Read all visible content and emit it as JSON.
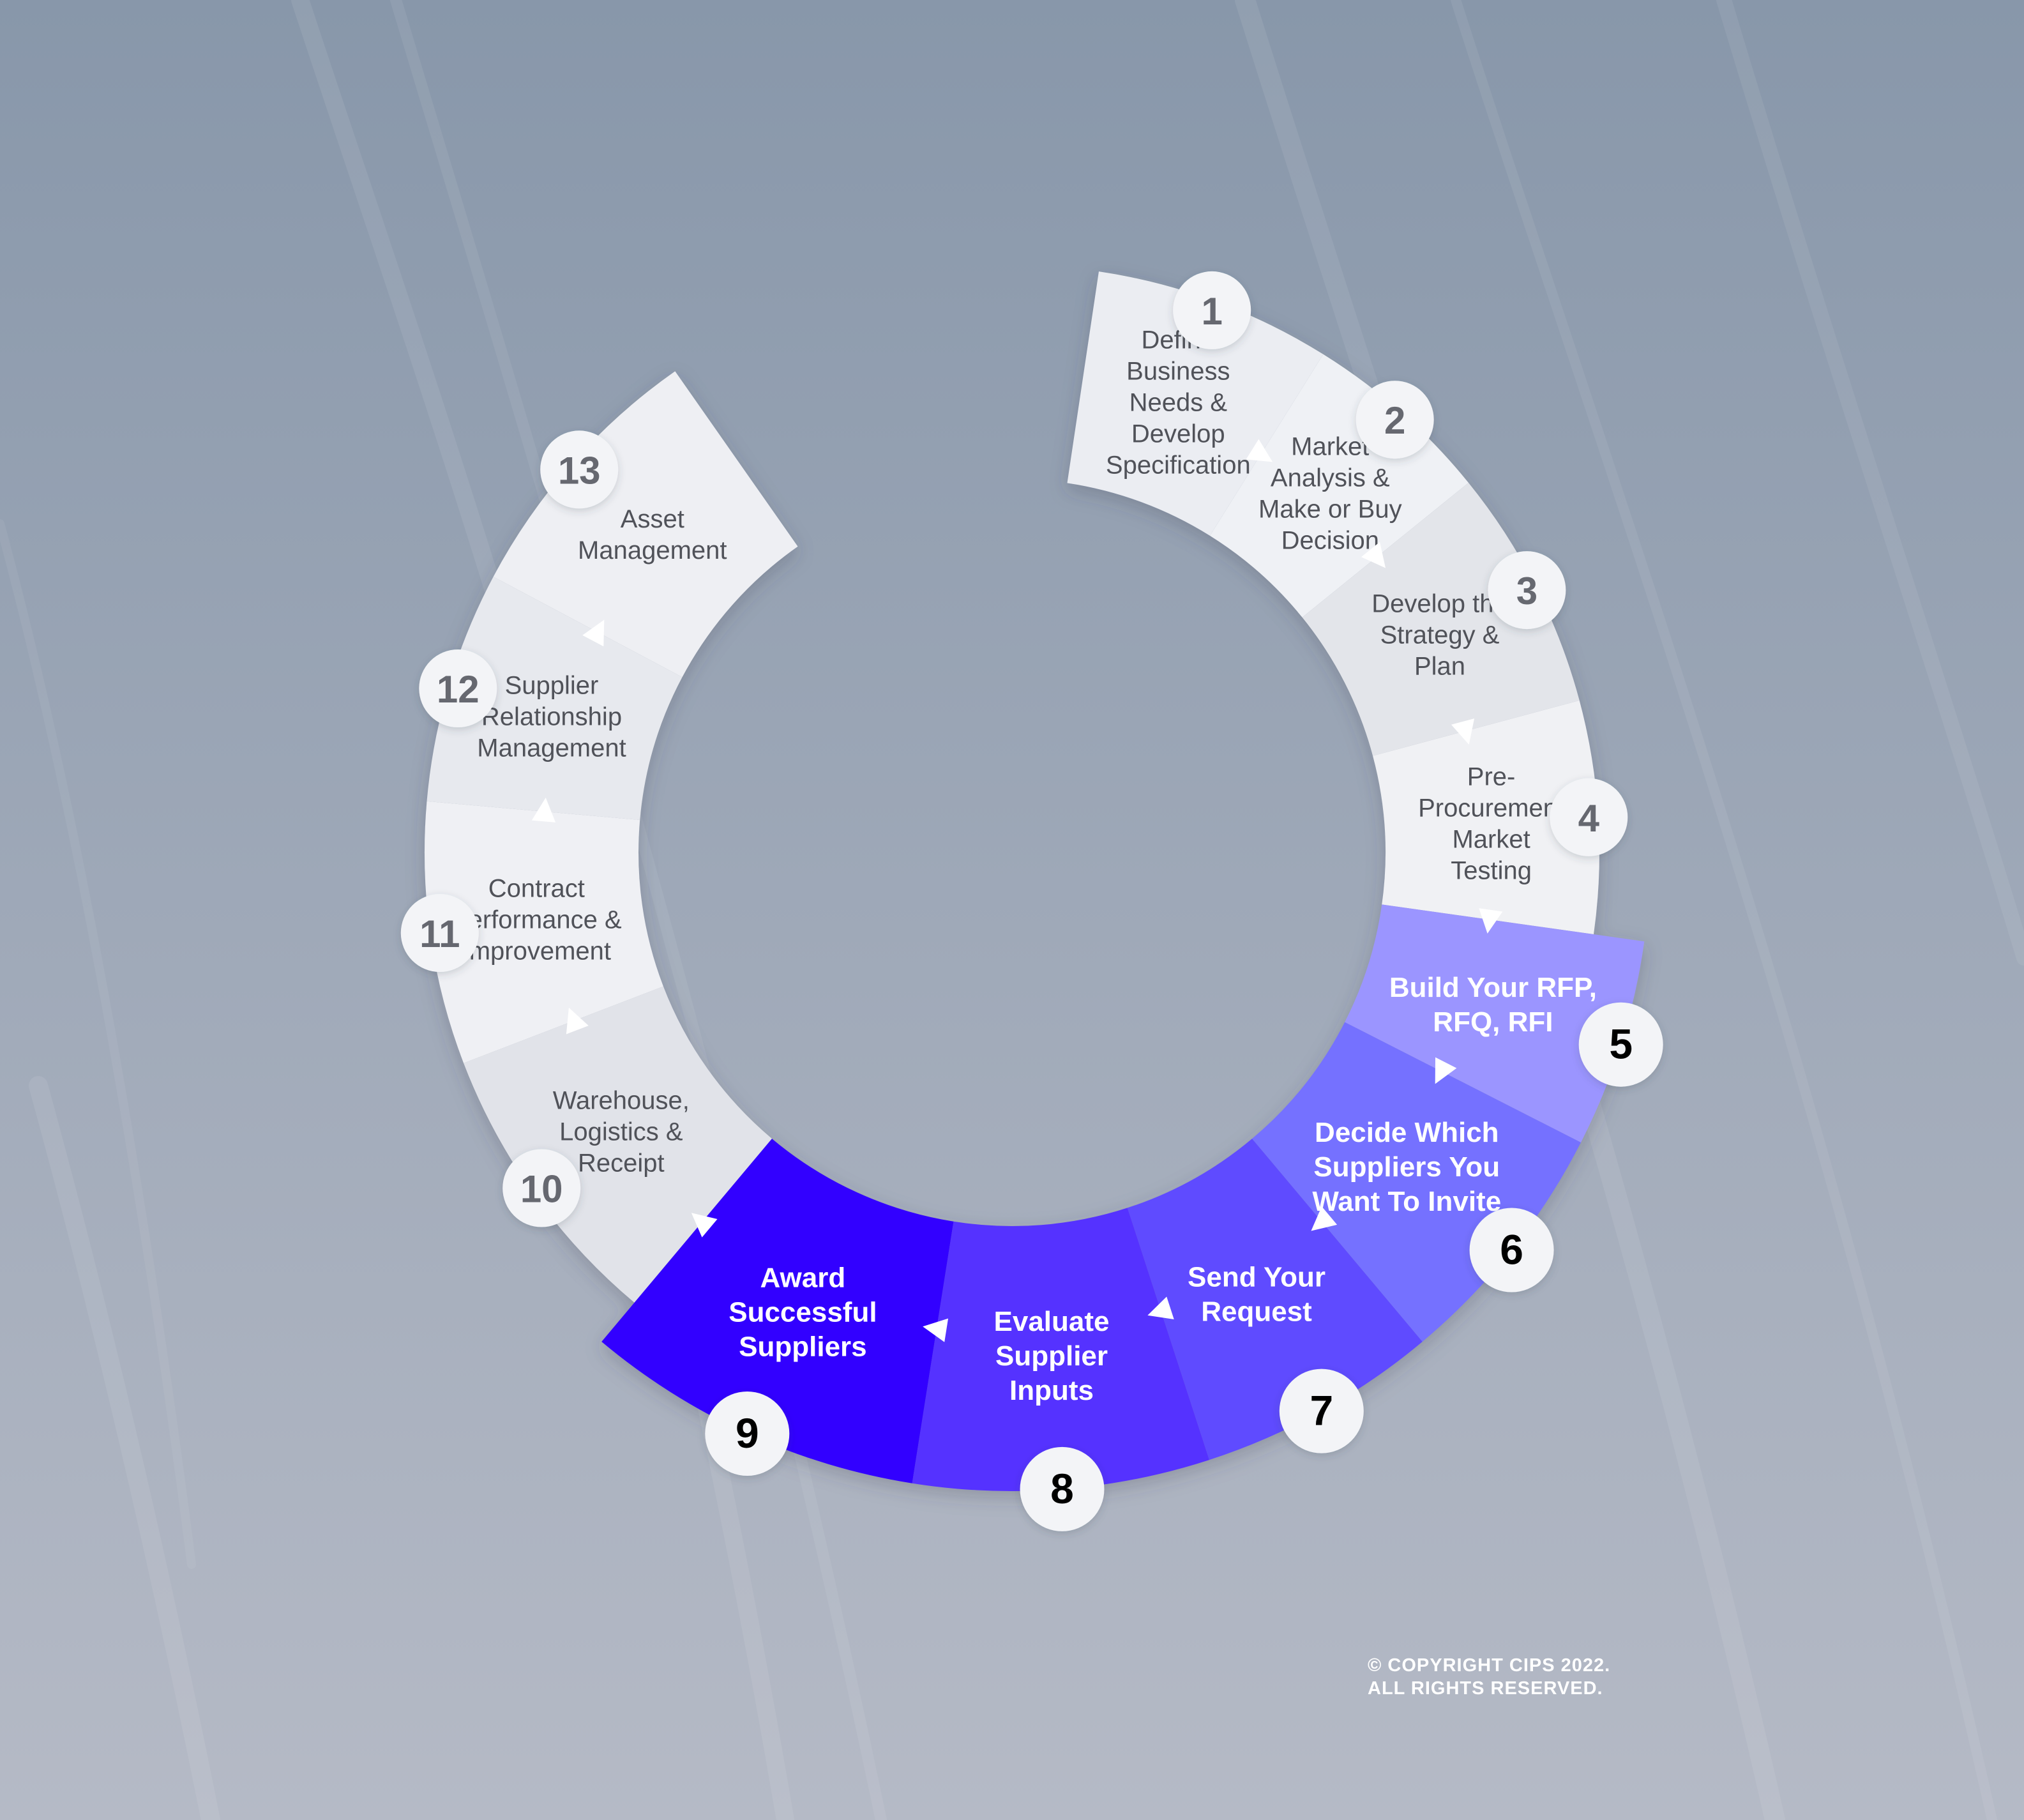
{
  "steps": [
    {
      "number": "1",
      "lines": [
        "Define",
        "Business",
        "Needs &",
        "Develop",
        "Specification"
      ],
      "highlight": false,
      "fill": "#ebedf2"
    },
    {
      "number": "2",
      "lines": [
        "Market",
        "Analysis &",
        "Make or Buy",
        "Decision"
      ],
      "highlight": false,
      "fill": "#eff1f5"
    },
    {
      "number": "3",
      "lines": [
        "Develop the",
        "Strategy &",
        "Plan"
      ],
      "highlight": false,
      "fill": "#e3e5ea"
    },
    {
      "number": "4",
      "lines": [
        "Pre-",
        "Procurement",
        "Market",
        "Testing"
      ],
      "highlight": false,
      "fill": "#f0f1f4"
    },
    {
      "number": "5",
      "lines": [
        "Build Your RFP,",
        "RFQ, RFI"
      ],
      "highlight": true,
      "fill": "#9b95ff"
    },
    {
      "number": "6",
      "lines": [
        "Decide Which",
        "Suppliers You",
        "Want To Invite"
      ],
      "highlight": true,
      "fill": "#7471ff"
    },
    {
      "number": "7",
      "lines": [
        "Send Your",
        "Request"
      ],
      "highlight": true,
      "fill": "#5f4cff"
    },
    {
      "number": "8",
      "lines": [
        "Evaluate",
        "Supplier",
        "Inputs"
      ],
      "highlight": true,
      "fill": "#5530ff"
    },
    {
      "number": "9",
      "lines": [
        "Award",
        "Successful",
        "Suppliers"
      ],
      "highlight": true,
      "fill": "#3300ff"
    },
    {
      "number": "10",
      "lines": [
        "Warehouse,",
        "Logistics &",
        "Receipt"
      ],
      "highlight": false,
      "fill": "#e1e3e9"
    },
    {
      "number": "11",
      "lines": [
        "Contract",
        "Performance &",
        "Improvement"
      ],
      "highlight": false,
      "fill": "#eff0f4"
    },
    {
      "number": "12",
      "lines": [
        "Supplier",
        "Relationship",
        "Management"
      ],
      "highlight": false,
      "fill": "#e7e9ee"
    },
    {
      "number": "13",
      "lines": [
        "Asset",
        "Management"
      ],
      "highlight": false,
      "fill": "#eeeff3"
    }
  ],
  "colors": {
    "background_top": "#8897aa",
    "background_bottom": "#b5bac6",
    "grey_text": "#505259",
    "grey_number": "#666870",
    "highlight_text": "#ffffff",
    "highlight_number": "#000000",
    "badge_fill": "#f3f4f7"
  },
  "copyright": {
    "line1": "© COPYRIGHT CIPS 2022.",
    "line2": "ALL RIGHTS RESERVED."
  }
}
